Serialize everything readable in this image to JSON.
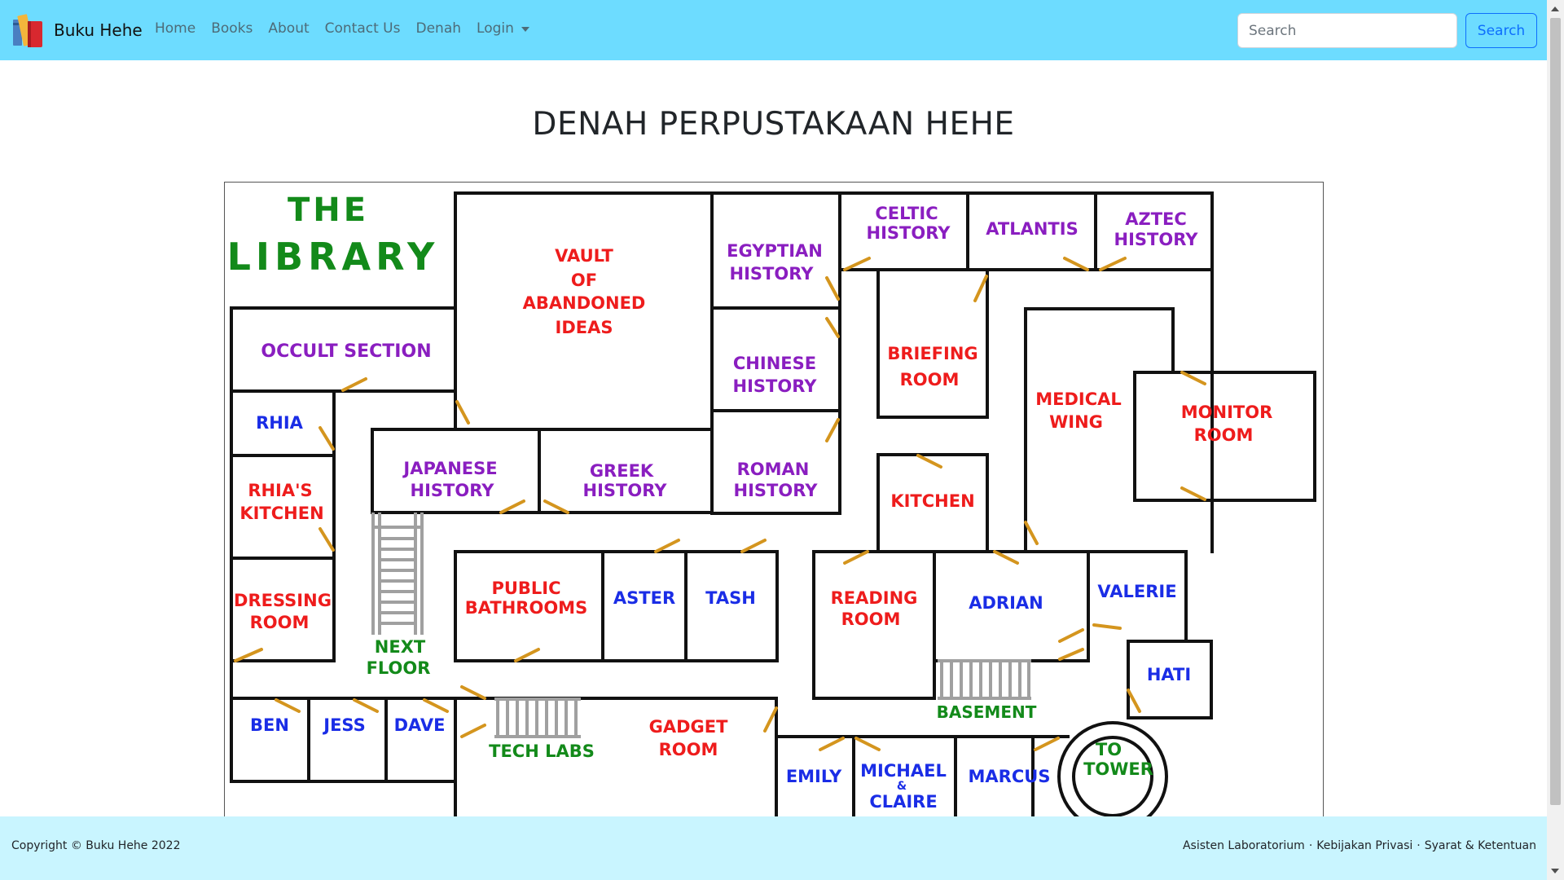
{
  "brand": {
    "name": "Buku Hehe",
    "icon": "books-icon"
  },
  "nav": {
    "home": "Home",
    "books": "Books",
    "about": "About",
    "contact": "Contact Us",
    "denah": "Denah",
    "login": "Login"
  },
  "search": {
    "placeholder": "Search",
    "button": "Search"
  },
  "page": {
    "title": "DENAH PERPUSTAKAAN HEHE"
  },
  "map": {
    "title_1": "THE",
    "title_2": "LIBRARY",
    "rooms": {
      "vault_1": "VAULT",
      "vault_2": "OF",
      "vault_3": "ABANDONED",
      "vault_4": "IDEAS",
      "egyptian_1": "EGYPTIAN",
      "egyptian_2": "HISTORY",
      "celtic_1": "CELTIC",
      "celtic_2": "HISTORY",
      "atlantis": "ATLANTIS",
      "aztec_1": "AZTEC",
      "aztec_2": "HISTORY",
      "occult": "OCCULT SECTION",
      "chinese_1": "CHINESE",
      "chinese_2": "HISTORY",
      "briefing_1": "BRIEFING",
      "briefing_2": "ROOM",
      "medical_1": "MEDICAL",
      "medical_2": "WING",
      "monitor_1": "MONITOR",
      "monitor_2": "ROOM",
      "rhia": "RHIA",
      "rhias_kitchen_1": "RHIA'S",
      "rhias_kitchen_2": "KITCHEN",
      "japanese_1": "JAPANESE",
      "japanese_2": "HISTORY",
      "greek_1": "GREEK",
      "greek_2": "HISTORY",
      "roman_1": "ROMAN",
      "roman_2": "HISTORY",
      "kitchen": "KITCHEN",
      "dressing_1": "DRESSING",
      "dressing_2": "ROOM",
      "next_floor_1": "NEXT",
      "next_floor_2": "FLOOR",
      "public_bath_1": "PUBLIC",
      "public_bath_2": "BATHROOMS",
      "aster": "ASTER",
      "tash": "TASH",
      "reading_1": "READING",
      "reading_2": "ROOM",
      "adrian": "ADRIAN",
      "valerie": "VALERIE",
      "hati": "HATI",
      "basement": "BASEMENT",
      "ben": "BEN",
      "jess": "JESS",
      "dave": "DAVE",
      "tech_labs": "TECH LABS",
      "gadget_1": "GADGET",
      "gadget_2": "ROOM",
      "emily": "EMILY",
      "michael_1": "MICHAEL",
      "michael_2": "&",
      "michael_3": "CLAIRE",
      "marcus": "MARCUS",
      "tower_1": "TO",
      "tower_2": "TOWER"
    },
    "colors": {
      "wall": "#111111",
      "door": "#d4951e",
      "stairs": "#a0a0a0",
      "purple": "#8a1ec0",
      "red": "#ee1c1c",
      "blue": "#1a2de6",
      "green": "#138a1a"
    }
  },
  "footer": {
    "copyright": "Copyright © Buku Hehe 2022",
    "link_1": "Asisten Laboratorium",
    "link_2": "Kebijakan Privasi",
    "link_3": "Syarat & Ketentuan",
    "separator": "·"
  },
  "theme": {
    "navbar": "#6ddcff",
    "footer": "#c9f5ff",
    "primary": "#0d6efd"
  }
}
